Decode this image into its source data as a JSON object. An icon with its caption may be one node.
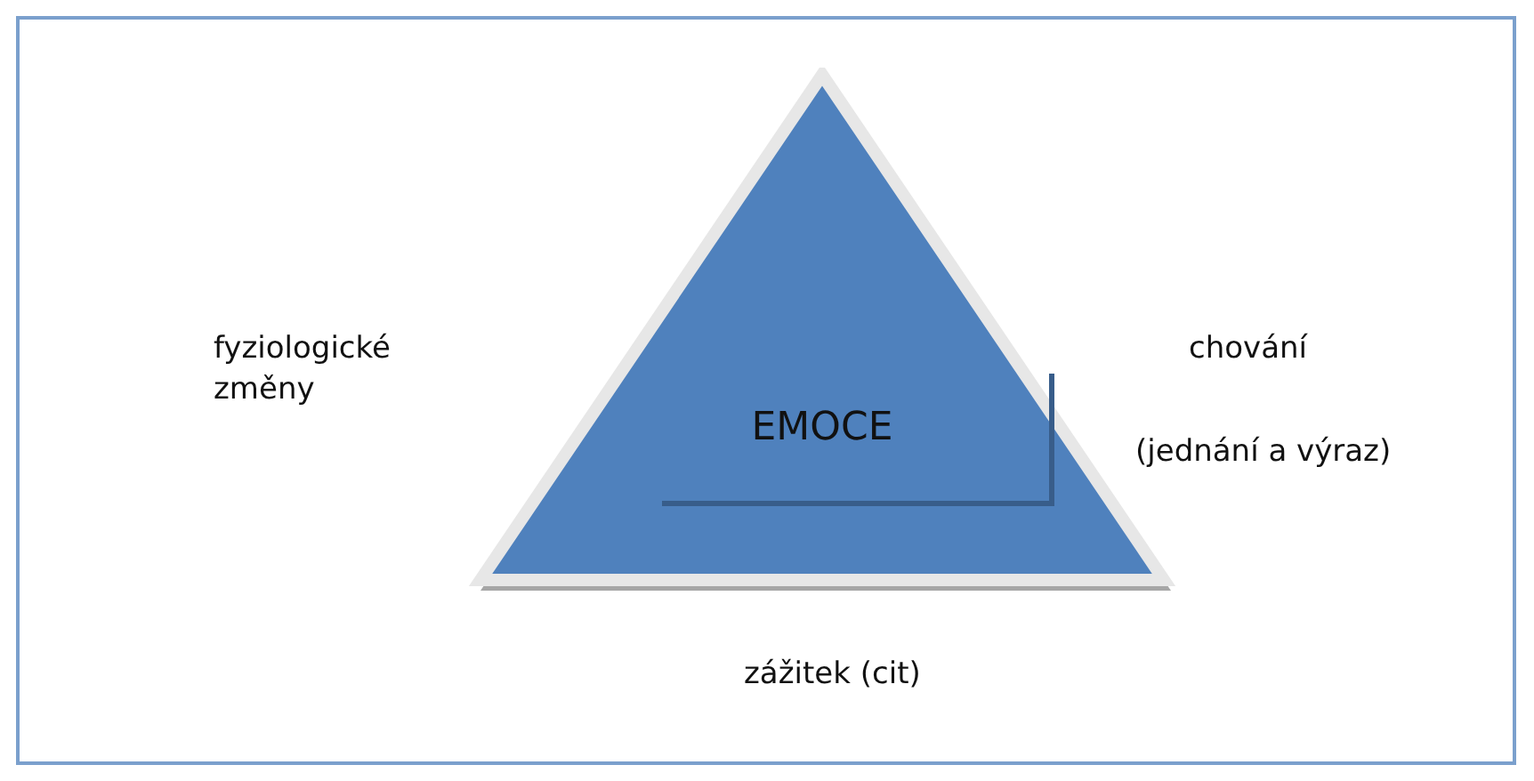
{
  "diagram": {
    "nodes": [
      {
        "text": [
          "EMOCE"
        ]
      }
    ],
    "labels": [
      "fyziologické změny",
      "chování",
      "(jednání a výraz)",
      "zážitek (cit)"
    ]
  }
}
